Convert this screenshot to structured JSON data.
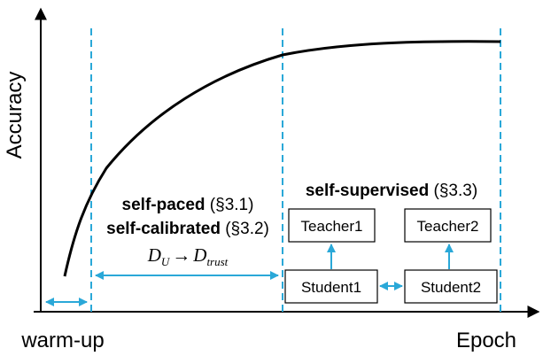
{
  "colors": {
    "accent": "#2aa8d8",
    "curve": "#000000",
    "axis": "#000000"
  },
  "axes": {
    "y_label": "Accuracy",
    "x_label": "Epoch",
    "x_start_label": "warm-up"
  },
  "stages": {
    "paced": {
      "bold": "self-paced",
      "ref": " (§3.1)"
    },
    "calibrated": {
      "bold": "self-calibrated",
      "ref": " (§3.2)"
    },
    "transition": {
      "from_sym": "D",
      "from_sub": "U",
      "arrow": "→",
      "to_sym": "D",
      "to_sub": "trust"
    },
    "supervised": {
      "bold": "self-supervised",
      "ref": " (§3.3)"
    }
  },
  "boxes": {
    "teacher1": "Teacher1",
    "teacher2": "Teacher2",
    "student1": "Student1",
    "student2": "Student2"
  }
}
